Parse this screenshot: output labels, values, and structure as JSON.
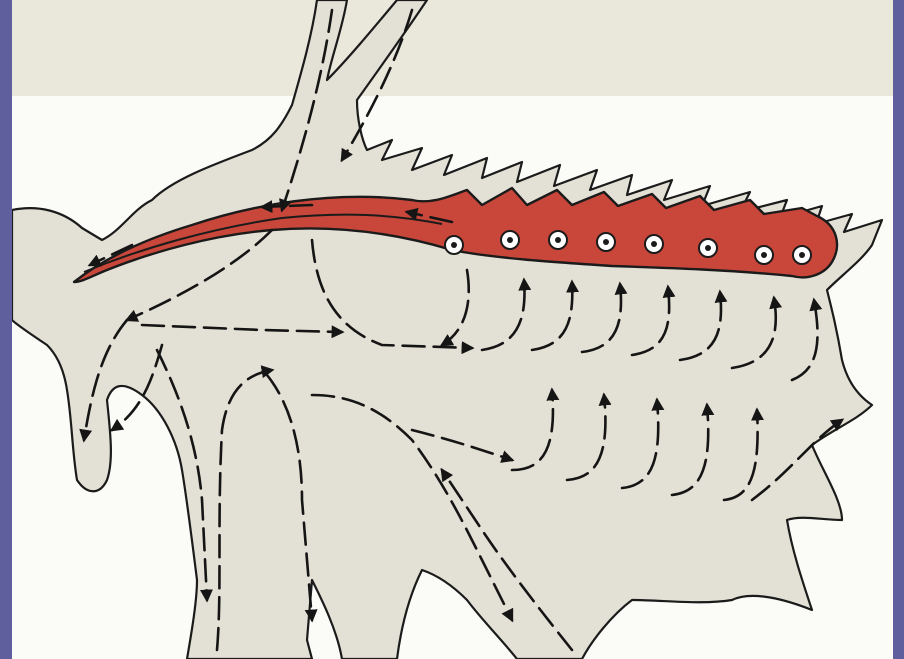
{
  "diagram": {
    "colors": {
      "border": "#5f5f9e",
      "background": "#fbfbf8",
      "top_band": "#e9e8db",
      "body_fill": "#e3e1d5",
      "dorsal_vessel": "#c8473a",
      "outline": "#1b1b1b"
    },
    "components": [
      "insect-body-outline",
      "dorsal-vessel",
      "ostia",
      "hemolymph-flow-arrows"
    ],
    "ostia_count": 8
  }
}
